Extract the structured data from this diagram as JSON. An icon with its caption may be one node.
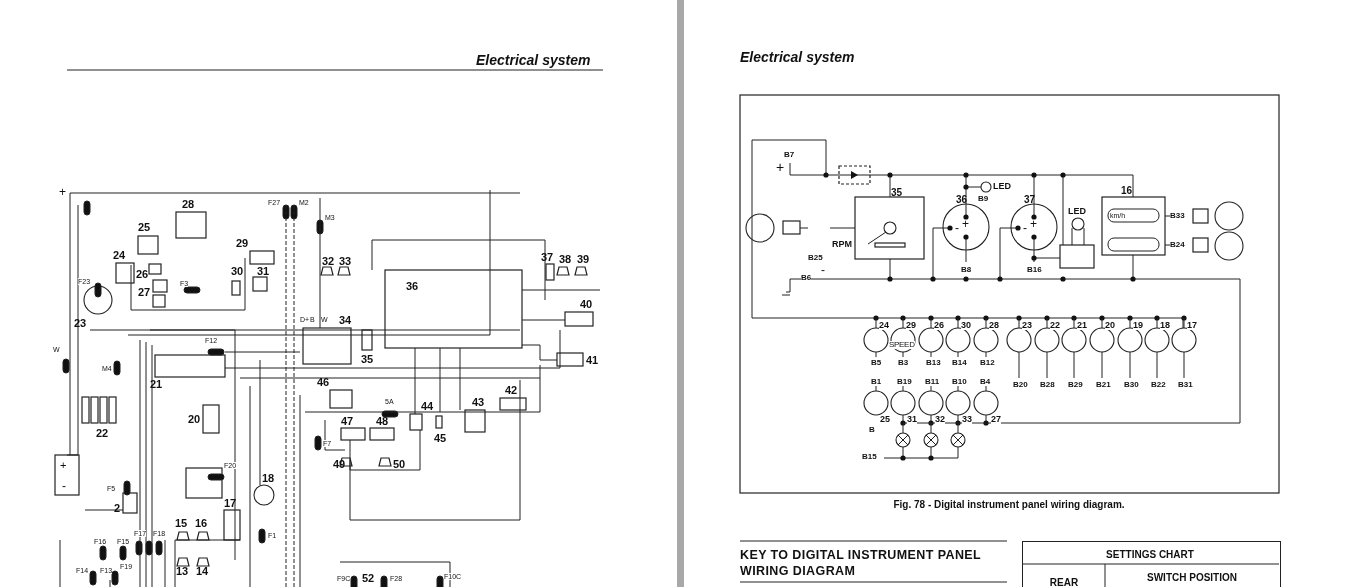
{
  "diagram": {
    "title": "Electrical system",
    "caption": "Fig. 78 - Digital instrument panel wiring diagram.",
    "labels": [
      "+",
      "F27",
      "M2",
      "28",
      "M3",
      "25",
      "29",
      "24",
      "32",
      "33",
      "37",
      "38",
      "39",
      "26",
      "F23",
      "30",
      "31",
      "F3",
      "36",
      "27",
      "40",
      "D+",
      "B",
      "W",
      "23",
      "34",
      "F12",
      "35",
      "41",
      "W",
      "M4",
      "21",
      "46",
      "42",
      "43",
      "5A",
      "20",
      "44",
      "47",
      "48",
      "22",
      "F7",
      "45",
      "+",
      "49",
      "50",
      "F20",
      "F5",
      "18",
      "-",
      "17",
      "2",
      "15",
      "16",
      "F1",
      "F16",
      "F15",
      "F17",
      "F18",
      "F19",
      "13",
      "14",
      "F14",
      "F13",
      "52",
      "F9C",
      "F28",
      "F10C",
      "Electrical system",
      "B7",
      "+",
      "35",
      "LED",
      "16",
      "36",
      "37",
      "B9",
      "LED",
      "km/h",
      "B33",
      "+",
      "+",
      "-",
      "-",
      "RPM",
      "B25",
      "B24",
      "B8",
      "B16",
      "-",
      "B6",
      "24",
      "29",
      "26",
      "30",
      "28",
      "23",
      "22",
      "21",
      "20",
      "19",
      "18",
      "17",
      "SPEED",
      "B5",
      "B3",
      "B13",
      "B14",
      "B12",
      "B1",
      "B19",
      "B11",
      "B10",
      "B4",
      "B20",
      "B28",
      "B29",
      "B21",
      "B30",
      "B22",
      "B31",
      "25",
      "31",
      "32",
      "33",
      "27",
      "B",
      "B15",
      "KEY TO DIGITAL INSTRUMENT PANEL WIRING DIAGRAM",
      "SETTINGS CHART",
      "REAR",
      "SWITCH POSITION"
    ]
  }
}
